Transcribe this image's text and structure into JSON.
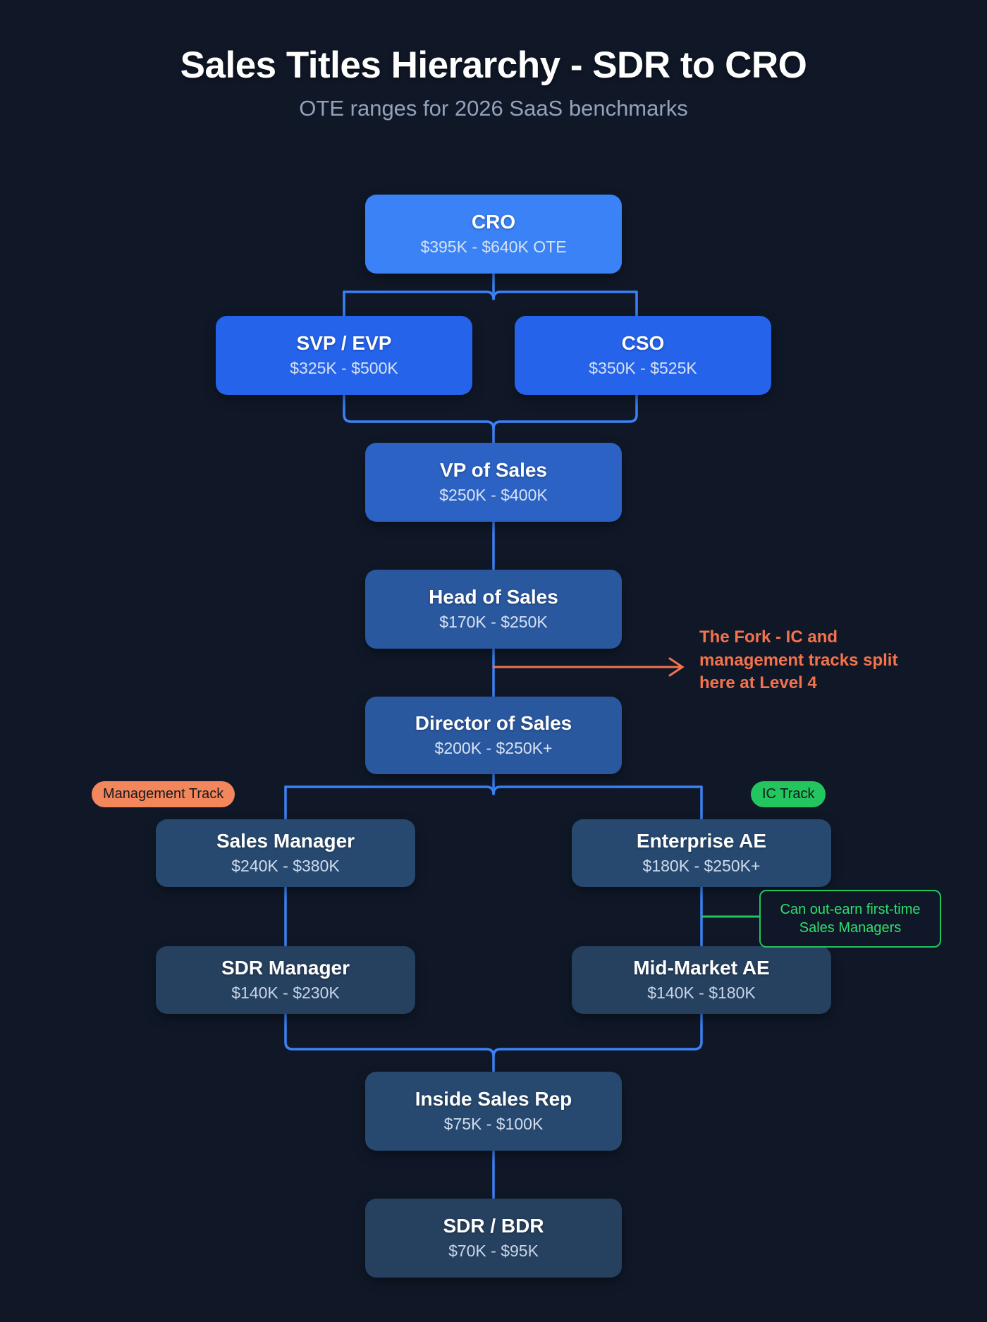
{
  "header": {
    "title": "Sales Titles Hierarchy - SDR to CRO",
    "subtitle": "OTE ranges for 2026 SaaS benchmarks"
  },
  "nodes": [
    {
      "id": "cro",
      "title": "CRO",
      "range": "$395K - $640K OTE"
    },
    {
      "id": "svp",
      "title": "SVP / EVP",
      "range": "$325K - $500K"
    },
    {
      "id": "cso",
      "title": "CSO",
      "range": "$350K - $525K"
    },
    {
      "id": "vp",
      "title": "VP of Sales",
      "range": "$250K - $400K"
    },
    {
      "id": "head",
      "title": "Head of Sales",
      "range": "$170K - $250K"
    },
    {
      "id": "director",
      "title": "Director of Sales",
      "range": "$200K - $250K+"
    },
    {
      "id": "salesmgr",
      "title": "Sales Manager",
      "range": "$240K - $380K"
    },
    {
      "id": "entae",
      "title": "Enterprise AE",
      "range": "$180K - $250K+"
    },
    {
      "id": "sdrmgr",
      "title": "SDR Manager",
      "range": "$140K - $230K"
    },
    {
      "id": "mmae",
      "title": "Mid-Market AE",
      "range": "$140K - $180K"
    },
    {
      "id": "insiderep",
      "title": "Inside Sales Rep",
      "range": "$75K - $100K"
    },
    {
      "id": "sdrbdr",
      "title": "SDR / BDR",
      "range": "$70K - $95K"
    }
  ],
  "badges": {
    "management_track": "Management Track",
    "ic_track": "IC Track"
  },
  "annotations": {
    "fork": "The Fork - IC and management tracks split here at Level 4",
    "ic_callout": "Can out-earn first-time Sales Managers"
  },
  "colors": {
    "background": "#101828",
    "level1": "#3b82f6",
    "level2": "#2563eb",
    "level3": "#2c62c4",
    "level4": "#2a589f",
    "level5": "#27496f",
    "level6": "#26405f",
    "connector": "#3b82f6",
    "fork_accent": "#f4724c",
    "ic_accent": "#22c55e",
    "title_text": "#ffffff",
    "subtitle_text": "#93a2bb"
  }
}
